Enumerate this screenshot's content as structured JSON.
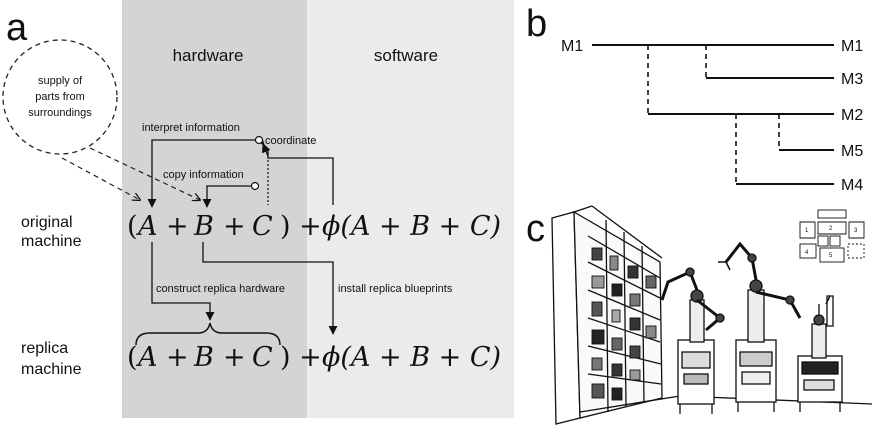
{
  "panels": {
    "a": {
      "letter": "a",
      "hardware_header": "hardware",
      "software_header": "software",
      "supply_label_lines": [
        "supply of",
        "parts from",
        "surroundings"
      ],
      "interpret_label": "interpret information",
      "coordinate_label": "coordinate",
      "copy_label": "copy information",
      "original_lines": [
        "original",
        "machine"
      ],
      "replica_lines": [
        "replica",
        "machine"
      ],
      "construct_label": "construct replica hardware",
      "install_label": "install replica blueprints",
      "expr_original": {
        "open": "(",
        "A": "A",
        "plus1": "+",
        "B": "B",
        "plus2": "+",
        "C": "C",
        "close_plus": ") +",
        "phi_expr": "ϕ(A + B + C)"
      },
      "expr_replica": {
        "open": "(",
        "A": "A",
        "plus1": "+",
        "B": "B",
        "plus2": "+",
        "C": "C",
        "close_plus": ") +",
        "phi_expr": "ϕ(A + B + C)"
      },
      "colors": {
        "hardware_bg": "#d4d4d4",
        "software_bg": "#ebebeb"
      }
    },
    "b": {
      "letter": "b",
      "root_label": "M1",
      "leaves": [
        "M1",
        "M3",
        "M2",
        "M5",
        "M4"
      ]
    },
    "c": {
      "letter": "c",
      "sketch_numbers": [
        "1",
        "2",
        "3",
        "4",
        "5"
      ]
    }
  }
}
